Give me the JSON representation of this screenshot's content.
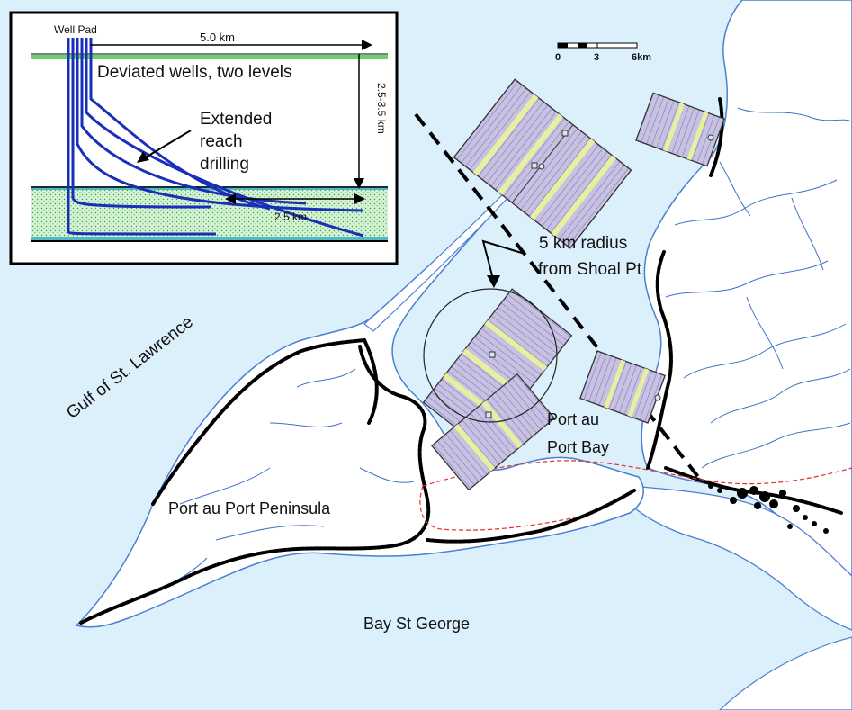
{
  "map": {
    "labels": {
      "gulf": "Gulf of St. Lawrence",
      "peninsula": "Port au Port Peninsula",
      "bay_st_george": "Bay St George",
      "port_au_port_bay_line1": "Port au",
      "port_au_port_bay_line2": "Port Bay",
      "radius_line1": "5 km radius",
      "radius_line2": "from Shoal Pt"
    },
    "scale_bar": {
      "ticks": [
        "0",
        "3",
        "6km"
      ]
    },
    "colors": {
      "water": "#dcf0fb",
      "land": "#ffffff",
      "coastline": "#4a7fd1",
      "rivers": "#3d73c9",
      "roads": "#000000",
      "lease_fill": "#b9b3d8",
      "lease_highlight": "#e8f0a0",
      "dashed_boundary": "#000000",
      "red_boundary": "#e03030"
    }
  },
  "inset": {
    "well_pad": "Well Pad",
    "horizontal_distance": "5.0 km",
    "title": "Deviated wells, two levels",
    "depth": "2.5-3.5 km",
    "erd_line1": "Extended",
    "erd_line2": "reach",
    "erd_line3": "drilling",
    "reservoir_length": "2.5 km",
    "colors": {
      "well_lines": "#1a2fb8",
      "reservoir": "#cfeed3",
      "reservoir_dots": "#3aa23a",
      "surface": "#66d466",
      "horizon": "#000000"
    }
  }
}
